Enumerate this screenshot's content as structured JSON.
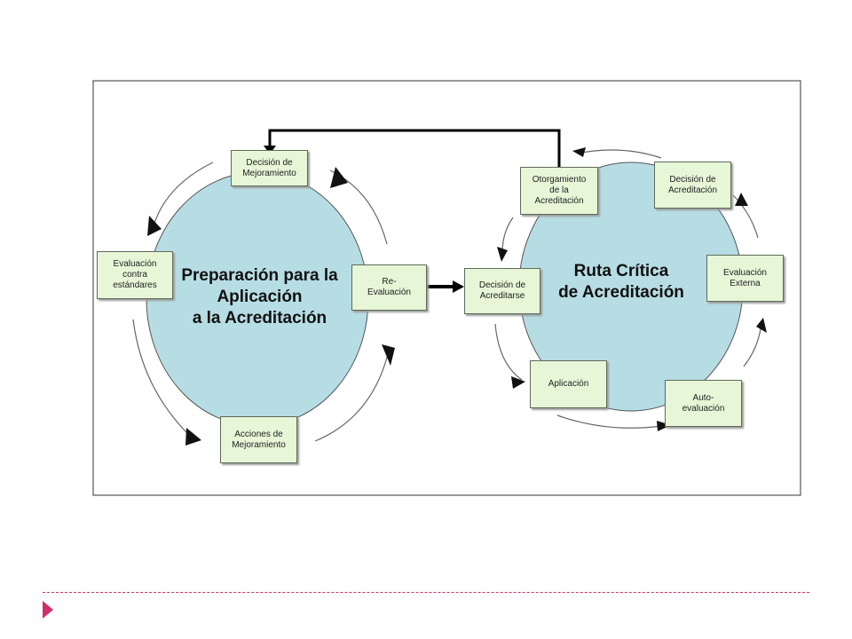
{
  "left_cycle": {
    "title": "Preparación para la\nAplicación\na la Acreditación",
    "boxes": {
      "decision_mejoramiento": "Decisión de\nMejoramiento",
      "evaluacion_estandares": "Evaluación\ncontra\nestándares",
      "re_evaluacion": "Re-\nEvaluación",
      "acciones_mejoramiento": "Acciones de\nMejoramiento"
    }
  },
  "right_cycle": {
    "title": "Ruta Crítica\nde Acreditación",
    "boxes": {
      "otorgamiento": "Otorgamiento\nde la\nAcreditación",
      "decision_acreditacion": "Decisión de\nAcreditación",
      "evaluacion_externa": "Evaluación\nExterna",
      "decision_acreditarse": "Decisión de\nAcreditarse",
      "aplicacion": "Aplicación",
      "auto_evaluacion": "Auto-\nevaluación"
    }
  },
  "colors": {
    "circle_fill": "#b7dde4",
    "box_fill": "#e6f6d7",
    "accent": "#d0306a"
  }
}
